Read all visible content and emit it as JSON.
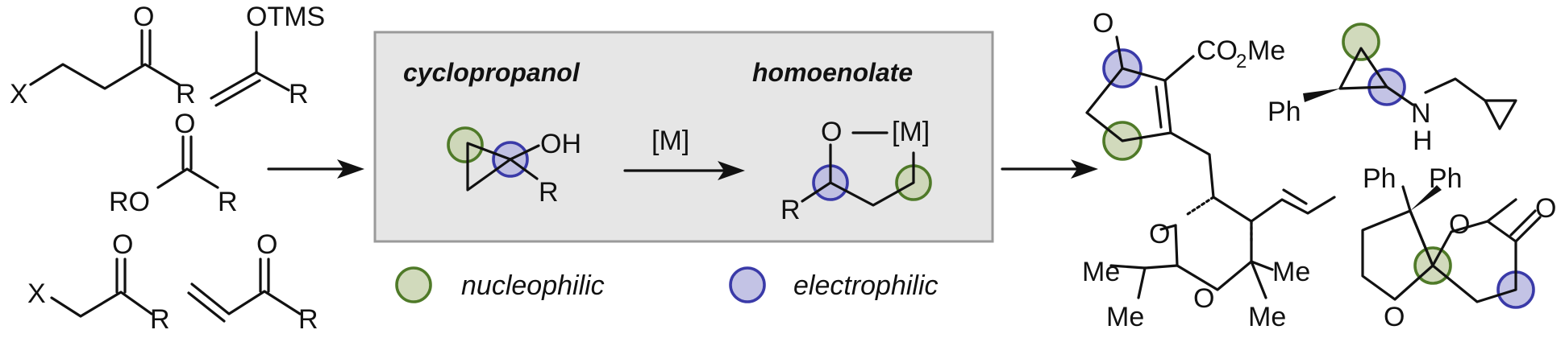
{
  "box": {
    "left_title": "cyclopropanol",
    "right_title": "homoenolate",
    "reagent": "[M]"
  },
  "legend": {
    "nucleophilic": "nucleophilic",
    "electrophilic": "electrophilic",
    "nucleophilic_color": "#4f7a28",
    "electrophilic_color": "#3a3aa8"
  },
  "atoms": {
    "x": "X",
    "r": "R",
    "o": "O",
    "otms": "OTMS",
    "ro": "RO",
    "oh": "OH",
    "m": "[M]",
    "co2me_a": "CO",
    "co2me_sub": "2",
    "co2me_b": "Me",
    "me": "Me",
    "ph": "Ph",
    "n": "N",
    "h": "H"
  }
}
